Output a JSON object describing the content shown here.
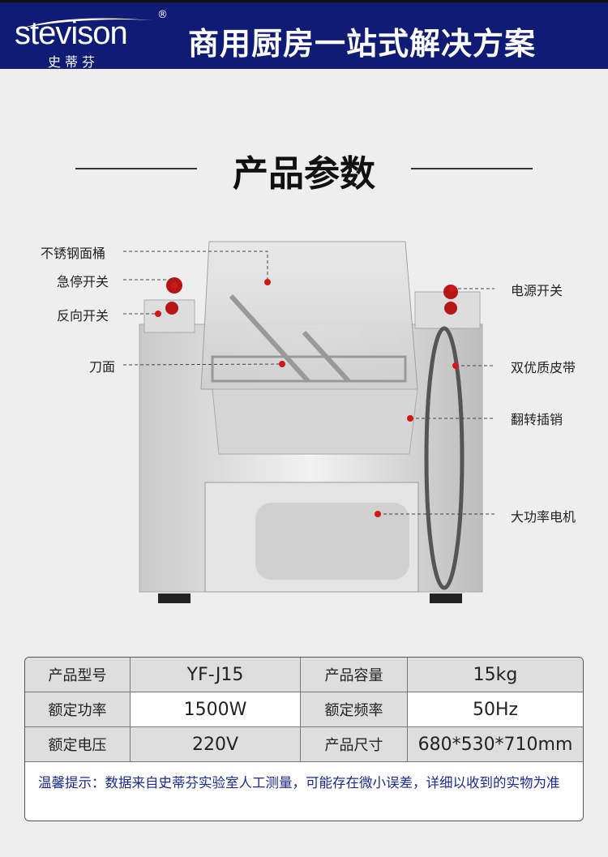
{
  "header": {
    "logo_text": "stevison",
    "logo_cn": "史蒂芬",
    "logo_reg": "®",
    "slogan": "商用厨房一站式解决方案"
  },
  "section_title": "产品参数",
  "callouts": {
    "left": [
      "不锈钢面桶",
      "急停开关",
      "反向开关",
      "刀面"
    ],
    "right": [
      "电源开关",
      "双优质皮带",
      "翻转插销",
      "大功率电机"
    ]
  },
  "spec_table": {
    "rows": [
      [
        "产品型号",
        "YF-J15",
        "产品容量",
        "15kg"
      ],
      [
        "额定功率",
        "1500W",
        "额定频率",
        "50Hz"
      ],
      [
        "额定电压",
        "220V",
        "产品尺寸",
        "680*530*710mm"
      ]
    ],
    "note": "温馨提示：数据来自史蒂芬实验室人工测量，可能存在微小误差，详细以收到的实物为准"
  },
  "colors": {
    "header_bg": "#0f1b74",
    "note_text": "#1b2a8c",
    "callout_dot": "#d01818"
  }
}
